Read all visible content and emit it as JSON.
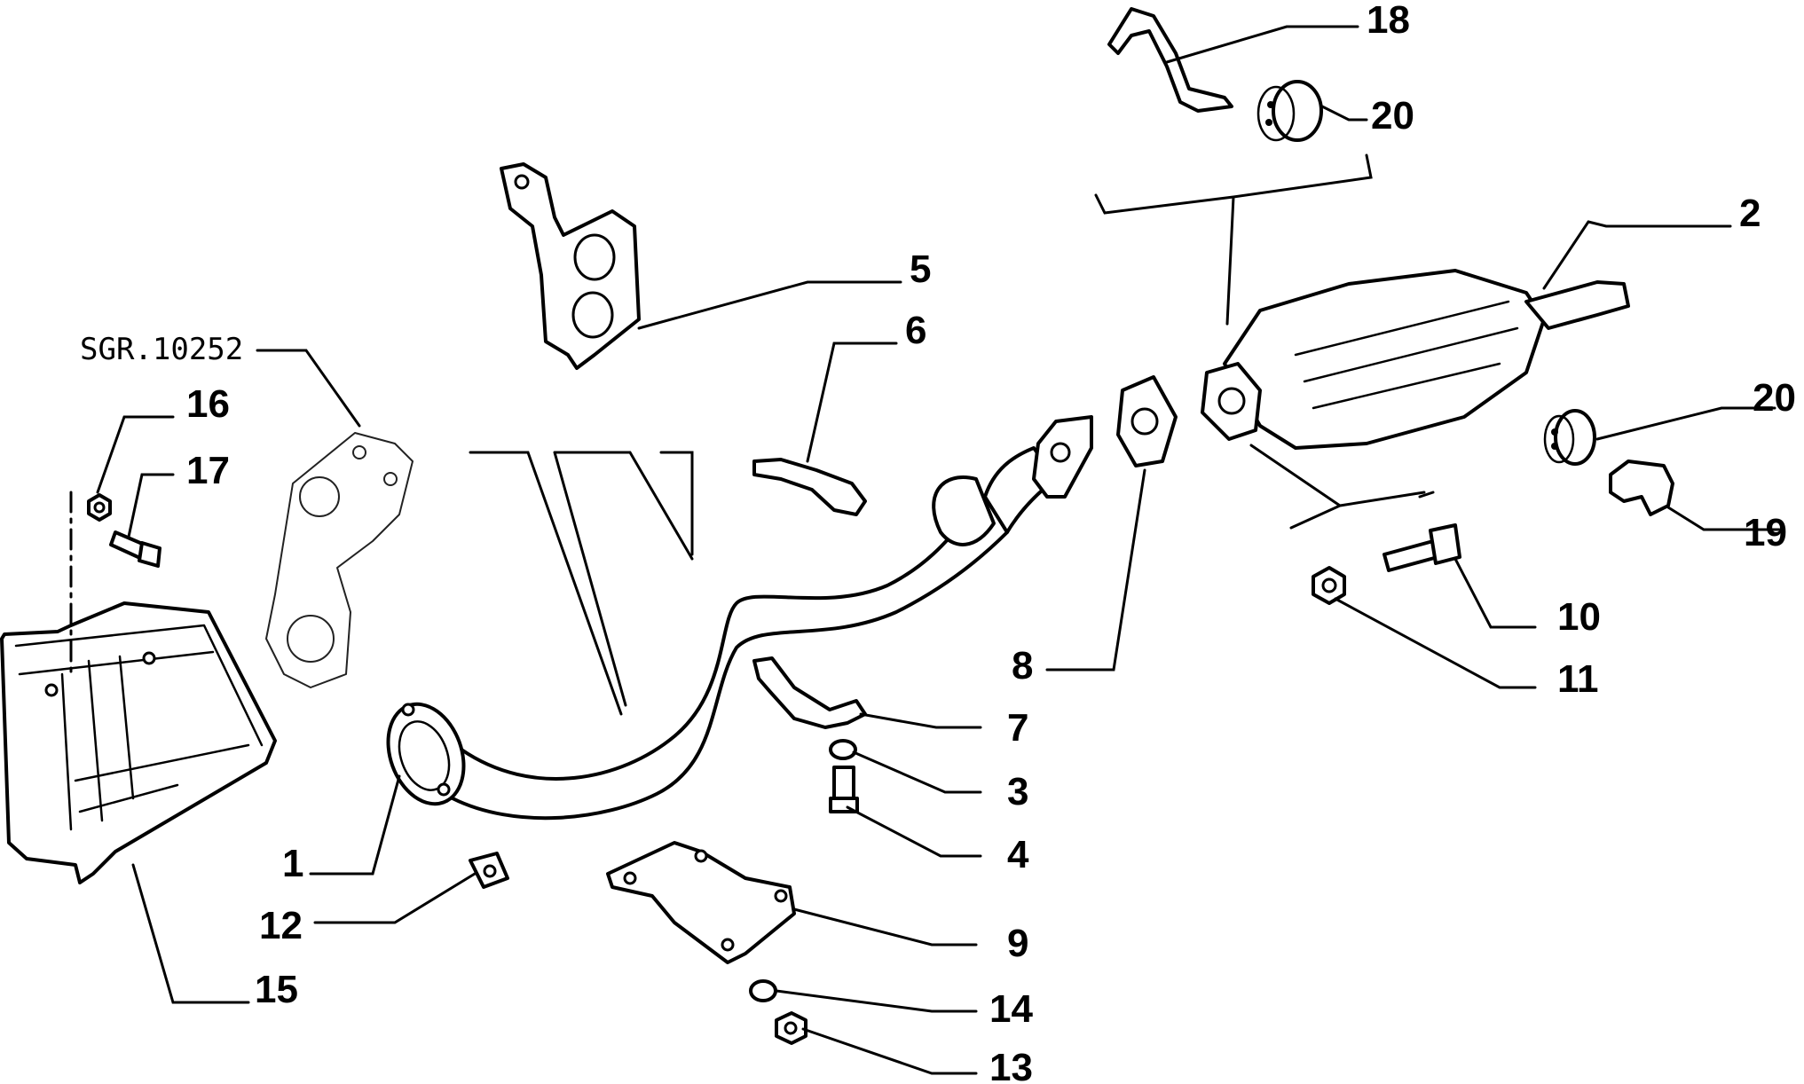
{
  "diagram": {
    "reference": "SGR.10252",
    "callouts": {
      "c1": "1",
      "c2": "2",
      "c3": "3",
      "c4": "4",
      "c5": "5",
      "c6": "6",
      "c7": "7",
      "c8": "8",
      "c9": "9",
      "c10": "10",
      "c11": "11",
      "c12": "12",
      "c13": "13",
      "c14": "14",
      "c15": "15",
      "c16": "16",
      "c17": "17",
      "c18": "18",
      "c19": "19",
      "c20a": "20",
      "c20b": "20"
    }
  }
}
